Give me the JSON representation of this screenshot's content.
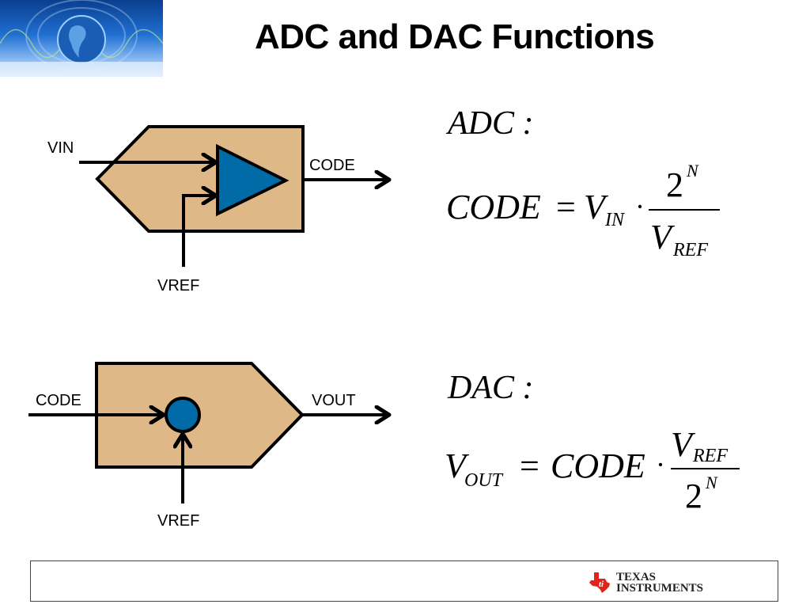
{
  "slide": {
    "title": "ADC and DAC Functions",
    "header_image": "globe-network-banner"
  },
  "adc_diagram": {
    "input_label": "VIN",
    "ref_label": "VREF",
    "output_label": "CODE",
    "block_fill": "#DEB887",
    "symbol_fill": "#006BA6",
    "symbol": "triangle-icon"
  },
  "dac_diagram": {
    "input_label": "CODE",
    "ref_label": "VREF",
    "output_label": "VOUT",
    "block_fill": "#DEB887",
    "symbol_fill": "#006BA6",
    "symbol": "circle-icon"
  },
  "adc_equation": {
    "heading": "ADC :",
    "lhs": "CODE",
    "equals": "=",
    "v": "V",
    "v_sub": "IN",
    "dot": "·",
    "num_base": "2",
    "num_exp": "N",
    "den_v": "V",
    "den_sub": "REF"
  },
  "dac_equation": {
    "heading": "DAC :",
    "v": "V",
    "v_sub": "OUT",
    "equals": "=",
    "rhs": "CODE",
    "dot": "·",
    "num_v": "V",
    "num_sub": "REF",
    "den_base": "2",
    "den_exp": "N"
  },
  "footer": {
    "brand_line1": "Texas",
    "brand_line2": "Instruments",
    "brand_color": "#E2231A"
  }
}
